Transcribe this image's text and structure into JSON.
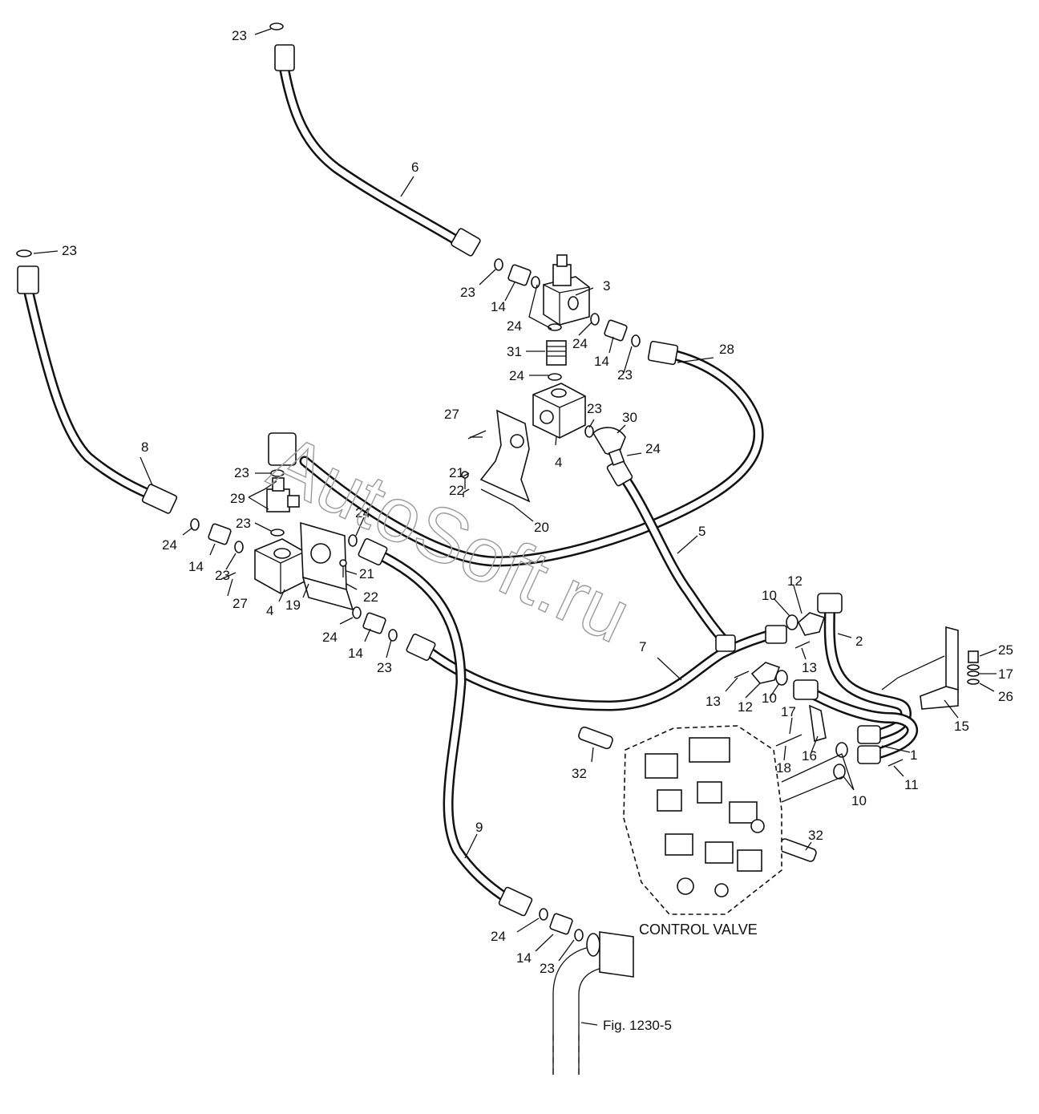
{
  "watermark": "AutoSoft.ru",
  "captions": {
    "control_valve": "CONTROL VALVE",
    "figure_ref": "Fig. 1230-5"
  },
  "callouts": [
    {
      "id": "c-23-top",
      "text": "23"
    },
    {
      "id": "c-6",
      "text": "6"
    },
    {
      "id": "c-23-left-top",
      "text": "23"
    },
    {
      "id": "c-23-a",
      "text": "23"
    },
    {
      "id": "c-14-a",
      "text": "14"
    },
    {
      "id": "c-3",
      "text": "3"
    },
    {
      "id": "c-24-a",
      "text": "24"
    },
    {
      "id": "c-24-b",
      "text": "24"
    },
    {
      "id": "c-14-b",
      "text": "14"
    },
    {
      "id": "c-23-b",
      "text": "23"
    },
    {
      "id": "c-28",
      "text": "28"
    },
    {
      "id": "c-31",
      "text": "31"
    },
    {
      "id": "c-24-c",
      "text": "24"
    },
    {
      "id": "c-27-a",
      "text": "27"
    },
    {
      "id": "c-23-c",
      "text": "23"
    },
    {
      "id": "c-30",
      "text": "30"
    },
    {
      "id": "c-24-d",
      "text": "24"
    },
    {
      "id": "c-4-a",
      "text": "4"
    },
    {
      "id": "c-8",
      "text": "8"
    },
    {
      "id": "c-21-a",
      "text": "21"
    },
    {
      "id": "c-22-a",
      "text": "22"
    },
    {
      "id": "c-20",
      "text": "20"
    },
    {
      "id": "c-23-d",
      "text": "23"
    },
    {
      "id": "c-29",
      "text": "29"
    },
    {
      "id": "c-24-e",
      "text": "24"
    },
    {
      "id": "c-23-e",
      "text": "23"
    },
    {
      "id": "c-5",
      "text": "5"
    },
    {
      "id": "c-24-f",
      "text": "24"
    },
    {
      "id": "c-14-c",
      "text": "14"
    },
    {
      "id": "c-23-f",
      "text": "23"
    },
    {
      "id": "c-21-b",
      "text": "21"
    },
    {
      "id": "c-22-b",
      "text": "22"
    },
    {
      "id": "c-27-b",
      "text": "27"
    },
    {
      "id": "c-4-b",
      "text": "4"
    },
    {
      "id": "c-19",
      "text": "19"
    },
    {
      "id": "c-24-g",
      "text": "24"
    },
    {
      "id": "c-14-d",
      "text": "14"
    },
    {
      "id": "c-23-g",
      "text": "23"
    },
    {
      "id": "c-12-a",
      "text": "12"
    },
    {
      "id": "c-10-a",
      "text": "10"
    },
    {
      "id": "c-2",
      "text": "2"
    },
    {
      "id": "c-25",
      "text": "25"
    },
    {
      "id": "c-17-a",
      "text": "17"
    },
    {
      "id": "c-26",
      "text": "26"
    },
    {
      "id": "c-7",
      "text": "7"
    },
    {
      "id": "c-13-a",
      "text": "13"
    },
    {
      "id": "c-13-b",
      "text": "13"
    },
    {
      "id": "c-12-b",
      "text": "12"
    },
    {
      "id": "c-10-b",
      "text": "10"
    },
    {
      "id": "c-17-b",
      "text": "17"
    },
    {
      "id": "c-15",
      "text": "15"
    },
    {
      "id": "c-32-a",
      "text": "32"
    },
    {
      "id": "c-16",
      "text": "16"
    },
    {
      "id": "c-18",
      "text": "18"
    },
    {
      "id": "c-1",
      "text": "1"
    },
    {
      "id": "c-11",
      "text": "11"
    },
    {
      "id": "c-10-c",
      "text": "10"
    },
    {
      "id": "c-32-b",
      "text": "32"
    },
    {
      "id": "c-9",
      "text": "9"
    },
    {
      "id": "c-24-h",
      "text": "24"
    },
    {
      "id": "c-14-e",
      "text": "14"
    },
    {
      "id": "c-23-h",
      "text": "23"
    }
  ]
}
